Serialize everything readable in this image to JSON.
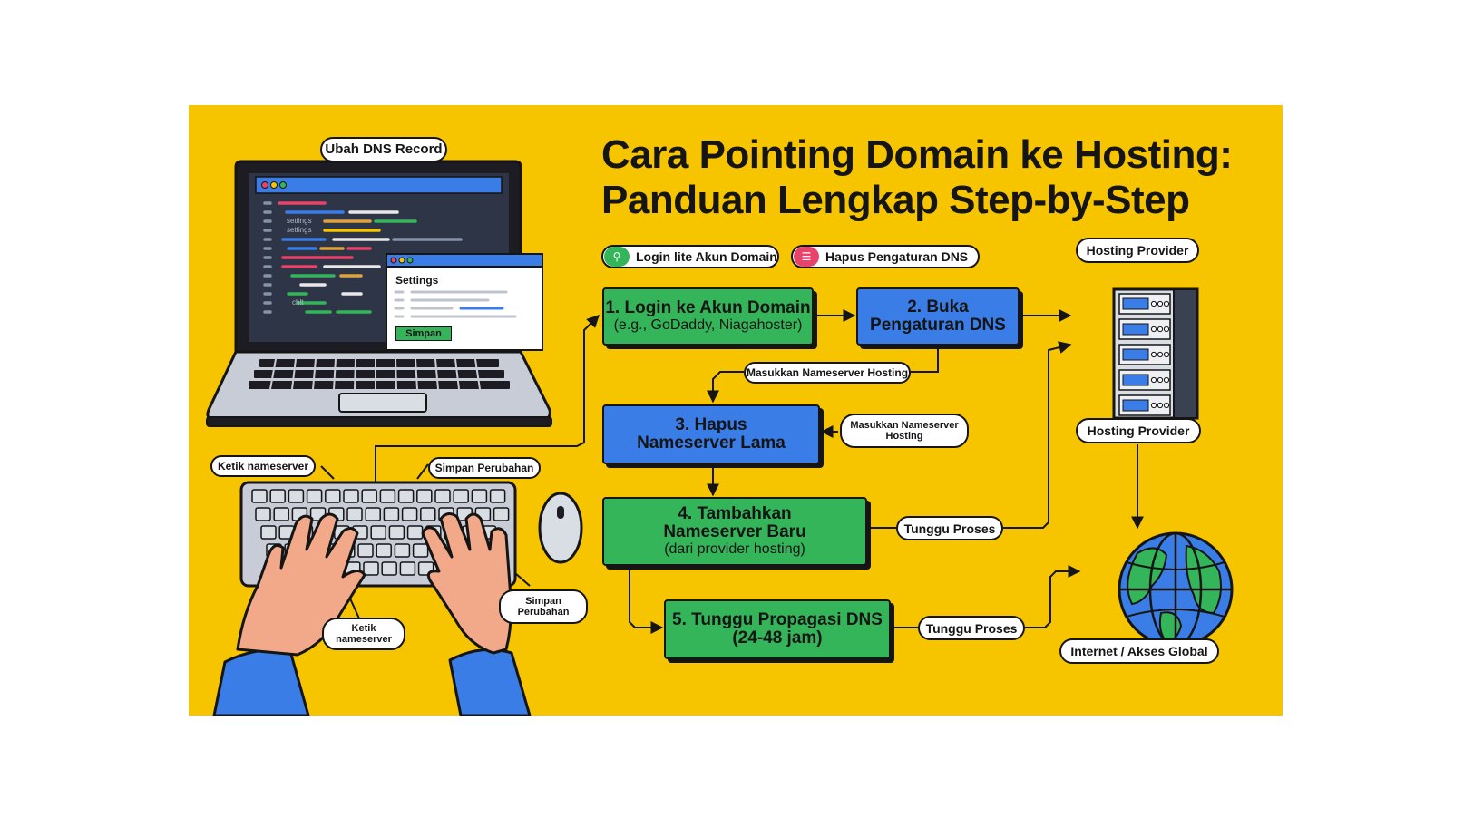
{
  "title_line1": "Cara Pointing Domain ke Hosting:",
  "title_line2": "Panduan Lengkap Step-by-Step",
  "chips": [
    {
      "label": "Login lite Akun Domain",
      "icon": "user-lock-icon",
      "color": "#35b55a"
    },
    {
      "label": "Hapus Pengaturan DNS",
      "icon": "list-icon",
      "color": "#e8436a"
    }
  ],
  "laptop": {
    "label": "Ubah DNS Record",
    "code_words": [
      "settings",
      "settings",
      "chlt"
    ],
    "settings_window": {
      "title": "Settings",
      "button": "Simpan"
    }
  },
  "keyboard_labels": {
    "ketik_top": "Ketik nameserver",
    "simpan_top": "Simpan Perubahan",
    "ketik_bottom_1": "Ketik",
    "ketik_bottom_2": "nameserver",
    "simpan_bottom_1": "Simpan",
    "simpan_bottom_2": "Perubahan"
  },
  "steps": [
    {
      "label": "1. Login ke Akun Domain",
      "sub": "(e.g., GoDaddy, Niagahoster)",
      "color": "green"
    },
    {
      "label": "2. Buka",
      "label2": "Pengaturan DNS",
      "color": "blue"
    },
    {
      "label": "3. Hapus",
      "label2": "Nameserver Lama",
      "color": "blue"
    },
    {
      "label": "4. Tambahkan",
      "label2": "Nameserver Baru",
      "sub": "(dari provider hosting)",
      "color": "green"
    },
    {
      "label": "5. Tunggu Propagasi DNS",
      "label2": "(24-48 jam)",
      "color": "green"
    }
  ],
  "connectors": {
    "masukkan_1": "Masukkan Nameserver Hosting",
    "masukkan_2_line1": "Masukkan Nameserver",
    "masukkan_2_line2": "Hosting",
    "tunggu_1": "Tunggu Proses",
    "tunggu_2": "Tunggu Proses"
  },
  "server": {
    "label_top": "Hosting Provider",
    "label_bottom": "Hosting Provider"
  },
  "globe": {
    "label": "Internet / Akses Global"
  },
  "colors": {
    "background": "#f7c500",
    "green": "#35b55a",
    "blue": "#3a7de6",
    "outline": "#151515"
  }
}
